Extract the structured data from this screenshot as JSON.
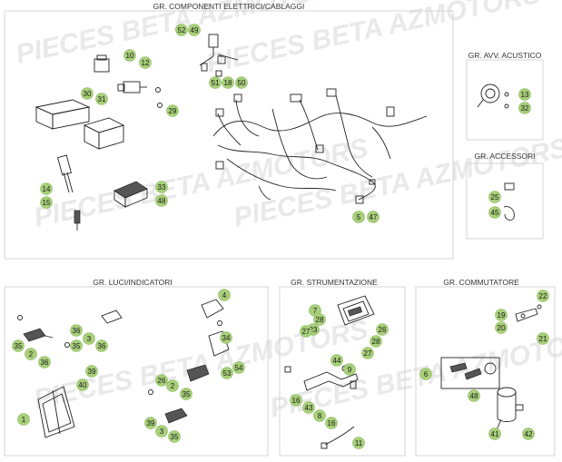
{
  "watermark": "PIECES BETA AZMOTORS",
  "panels": [
    {
      "id": "elettrici",
      "title": "GR. COMPONENTI ELETTRICI/CABLAGGI",
      "parts": [
        "52",
        "49",
        "10",
        "12",
        "30",
        "31",
        "29",
        "51",
        "18",
        "50",
        "14",
        "15",
        "33",
        "48",
        "5",
        "47"
      ]
    },
    {
      "id": "avv-acustico",
      "title": "GR. AVV. ACUSTICO",
      "parts": [
        "13",
        "32"
      ]
    },
    {
      "id": "accessori",
      "title": "GR. ACCESSORI",
      "parts": [
        "25",
        "45"
      ]
    },
    {
      "id": "luci",
      "title": "GR. LUCI/INDICATORI",
      "parts": [
        "4",
        "36",
        "35",
        "2",
        "3",
        "36",
        "35",
        "36",
        "39",
        "40",
        "1",
        "34",
        "26",
        "53",
        "54",
        "2",
        "35",
        "39",
        "3",
        "35"
      ]
    },
    {
      "id": "strumentazione",
      "title": "GR. STRUMENTAZIONE",
      "parts": [
        "7",
        "28",
        "23",
        "27",
        "26",
        "28",
        "27",
        "44",
        "9",
        "43",
        "8",
        "16",
        "11",
        "16"
      ]
    },
    {
      "id": "commutatore",
      "title": "GR. COMMUTATORE",
      "parts": [
        "22",
        "19",
        "20",
        "21",
        "6",
        "48",
        "41",
        "42"
      ]
    }
  ]
}
